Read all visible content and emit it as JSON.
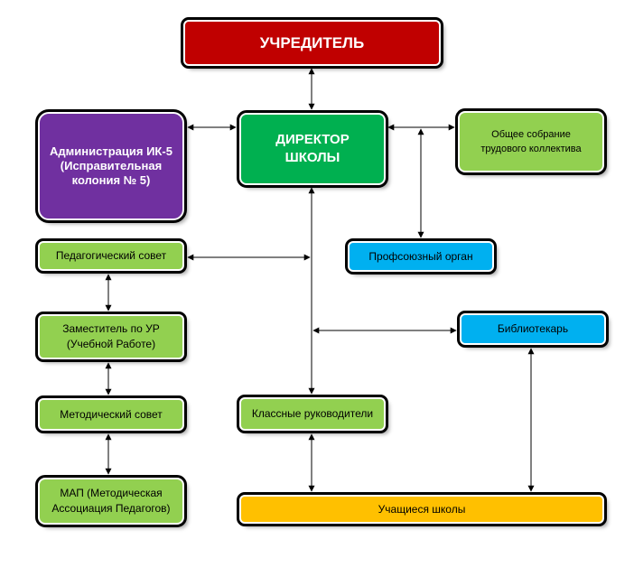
{
  "colors": {
    "red": "#C00000",
    "green": "#00B050",
    "purple": "#7030A0",
    "light_green": "#92D050",
    "blue": "#00B0F0",
    "yellow": "#FFC000",
    "connector": "#000000"
  },
  "nodes": {
    "founder": {
      "label": "УЧРЕДИТЕЛЬ",
      "color": "#C00000"
    },
    "director": {
      "line1": "ДИРЕКТОР",
      "line2": "ШКОЛЫ",
      "color": "#00B050"
    },
    "administration": {
      "line1": "Администрация ИК-5",
      "line2": "(Исправительная",
      "line3": "колония № 5)",
      "color": "#7030A0"
    },
    "general_assembly": {
      "line1": "Общее собрание",
      "line2": "трудового коллектива",
      "color": "#92D050"
    },
    "trade_union": {
      "label": "Профсоюзный орган",
      "color": "#00B0F0"
    },
    "pedagogical_council": {
      "label": "Педагогический совет",
      "color": "#92D050"
    },
    "deputy_director": {
      "line1": "Заместитель по УР",
      "line2": "(Учебной Работе)",
      "color": "#92D050"
    },
    "librarian": {
      "label": "Библиотекарь",
      "color": "#00B0F0"
    },
    "methodical_council": {
      "label": "Методический совет",
      "color": "#92D050"
    },
    "class_teachers": {
      "label": "Классные руководители",
      "color": "#92D050"
    },
    "map": {
      "line1": "МАП (Методическая",
      "line2": "Ассоциация Педагогов)",
      "color": "#92D050"
    },
    "students": {
      "label": "Учащиеся школы",
      "color": "#FFC000"
    }
  },
  "connections": [
    {
      "from": "founder",
      "to": "director"
    },
    {
      "from": "director",
      "to": "administration"
    },
    {
      "from": "director",
      "to": "general_assembly"
    },
    {
      "from": "director",
      "to": "trade_union"
    },
    {
      "from": "director",
      "to": "pedagogical_council"
    },
    {
      "from": "director",
      "to": "librarian"
    },
    {
      "from": "director",
      "to": "class_teachers"
    },
    {
      "from": "pedagogical_council",
      "to": "deputy_director"
    },
    {
      "from": "deputy_director",
      "to": "methodical_council"
    },
    {
      "from": "methodical_council",
      "to": "map"
    },
    {
      "from": "class_teachers",
      "to": "students"
    },
    {
      "from": "librarian",
      "to": "students"
    }
  ]
}
